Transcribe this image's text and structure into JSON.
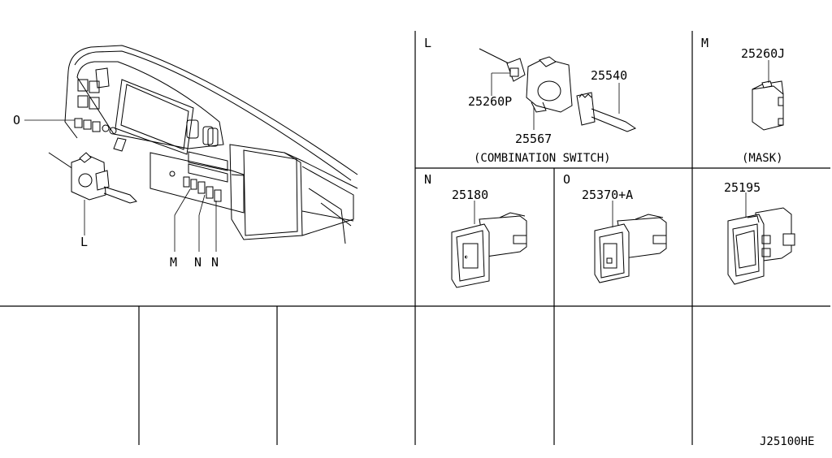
{
  "labels": {
    "panel_L": "L",
    "panel_M": "M",
    "panel_N": "N",
    "panel_O": "O",
    "callout_O": "O",
    "callout_L": "L",
    "callout_M": "M",
    "callout_N1": "N",
    "callout_N2": "N"
  },
  "parts": {
    "p25260P": "25260P",
    "p25540": "25540",
    "p25567": "25567",
    "p25260J": "25260J",
    "p25180": "25180",
    "p25370A": "25370+A",
    "p25195": "25195"
  },
  "captions": {
    "combination_switch": "(COMBINATION SWITCH)",
    "mask": "(MASK)"
  },
  "footer": {
    "diagram_code": "J25100HE"
  }
}
